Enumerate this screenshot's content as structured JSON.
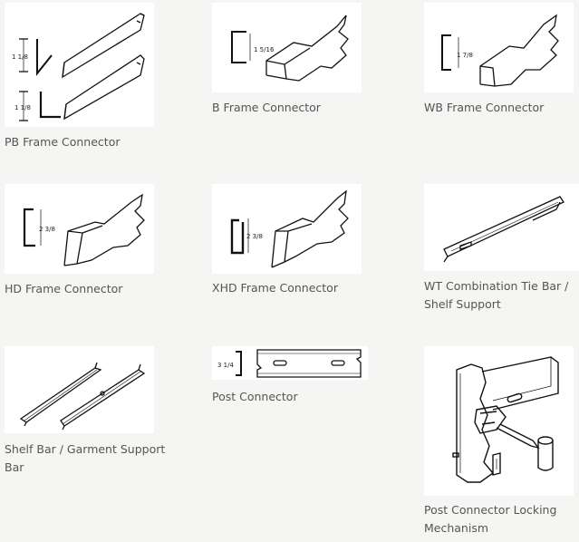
{
  "items": [
    {
      "caption": "PB Frame Connector",
      "dims": [
        "1 1/8",
        "1 1/8"
      ]
    },
    {
      "caption": "B Frame Connector",
      "dims": [
        "1 5/16"
      ]
    },
    {
      "caption": "WB Frame Connector",
      "dims": [
        "1 7/8"
      ]
    },
    {
      "caption": "HD Frame Connector",
      "dims": [
        "2 3/8"
      ]
    },
    {
      "caption": "XHD Frame Connector",
      "dims": [
        "2 3/8"
      ]
    },
    {
      "caption": "WT Combination Tie Bar / Shelf Support",
      "dims": []
    },
    {
      "caption": "Shelf Bar / Garment Support Bar",
      "dims": []
    },
    {
      "caption": "Post Connector",
      "dims": [
        "3 1/4"
      ]
    },
    {
      "caption": "Post Connector Locking Mechanism",
      "dims": []
    }
  ]
}
